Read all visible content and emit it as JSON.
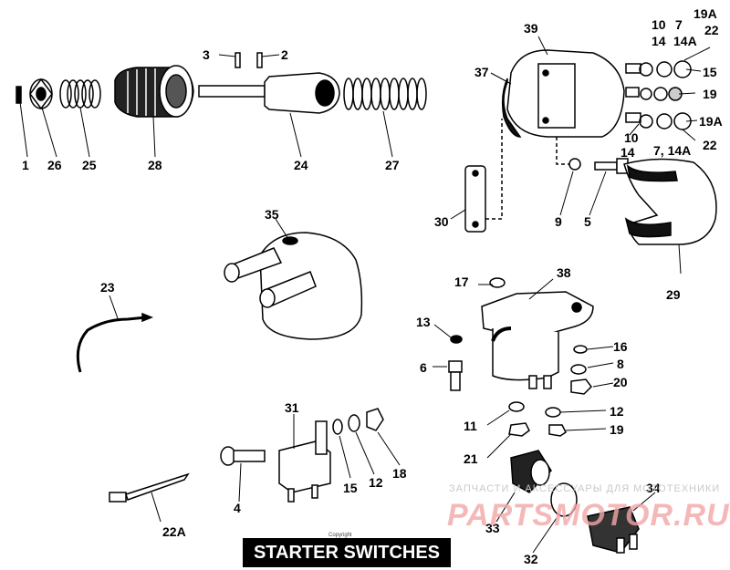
{
  "title": "STARTER SWITCHES",
  "copyright": "Copyright",
  "watermark": {
    "caption": "ЗАПЧАСТИ И АКСЕССУАРЫ ДЛЯ МОТОТЕХНИКИ",
    "logo": "PARTSMOTOR.RU"
  },
  "labels": {
    "p1": "1",
    "p2": "2",
    "p3": "3",
    "p4": "4",
    "p5": "5",
    "p6": "6",
    "p7": "7",
    "p8": "8",
    "p9": "9",
    "p10": "10",
    "p11": "11",
    "p12": "12",
    "p13": "13",
    "p14": "14",
    "p14A": "14A",
    "p7_14A": "7, 14A",
    "p15": "15",
    "p16": "16",
    "p17": "17",
    "p18": "18",
    "p19": "19",
    "p19A": "19A",
    "p20": "20",
    "p21": "21",
    "p22": "22",
    "p22A": "22A",
    "p23": "23",
    "p24": "24",
    "p25": "25",
    "p26": "26",
    "p27": "27",
    "p28": "28",
    "p29": "29",
    "p30": "30",
    "p31": "31",
    "p32": "32",
    "p33": "33",
    "p34": "34",
    "p35": "35",
    "p37": "37",
    "p38": "38",
    "p39": "39"
  }
}
